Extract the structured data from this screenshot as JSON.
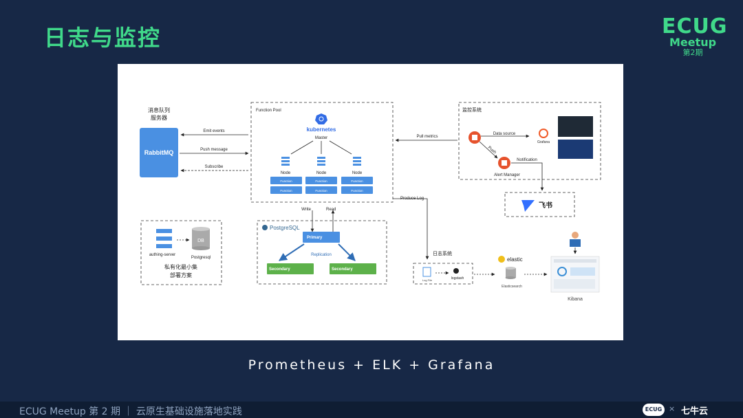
{
  "page": {
    "title": "日志与监控",
    "subtitle": "Prometheus + ELK + Grafana",
    "logo": {
      "big": "ECUG",
      "mid": "Meetup",
      "sub": "第2期"
    },
    "footer": {
      "text": "ECUG Meetup 第 2 期 ｜ 云原生基础设施落地实践",
      "badge": "ECUG",
      "x": "×",
      "brand": "七牛云"
    }
  },
  "diagram": {
    "mq_label_1": "消息队列",
    "mq_label_2": "服务器",
    "rabbitmq": "RabbitMQ",
    "emit_events": "Emit events",
    "push_message": "Push message",
    "subscribe": "Subscribe",
    "function_pool": "Function Pool",
    "kubernetes": "kubernetes",
    "master": "Master",
    "node": "Node",
    "function": "Function",
    "write": "Write",
    "read": "Read",
    "postgresql": "PostgreSQL",
    "primary": "Primary",
    "replication": "Replication",
    "secondary": "Secondary",
    "authing_server": "authing-server",
    "db": "DB",
    "postgresql_small": "Postgresql",
    "private_1": "私有化最小集",
    "private_2": "部署方案",
    "pull_metrics": "Pull metrics",
    "produce_log": "Produce Log",
    "monitor_system": "监控系统",
    "data_source": "Data source",
    "push": "Push",
    "grafana": "Grafana",
    "notification": "Notification",
    "alert_manager": "Alert Manager",
    "feishu": "飞书",
    "log_system": "日志系统",
    "log_file": "Log File",
    "logstash": "logstash",
    "elastic": "elastic",
    "elasticsearch": "Elasticsearch",
    "kibana": "Kibana"
  }
}
